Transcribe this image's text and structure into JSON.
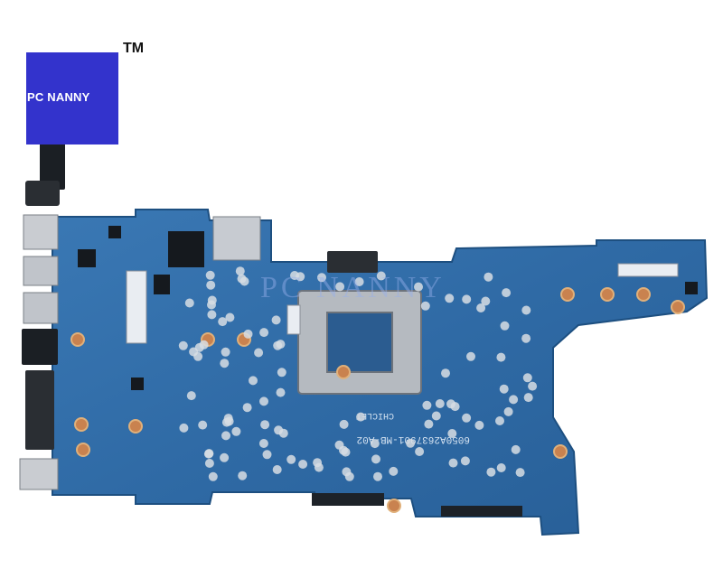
{
  "logo": {
    "text": "PC NANNY",
    "trademark": "TM",
    "box_color": "#3333cc"
  },
  "watermark": {
    "text": "PC NANNY"
  },
  "board": {
    "color": "#2f6fae",
    "silkscreen": {
      "part_number": "6050A2637901-MB-A02",
      "code_name": "CHICLET"
    }
  }
}
